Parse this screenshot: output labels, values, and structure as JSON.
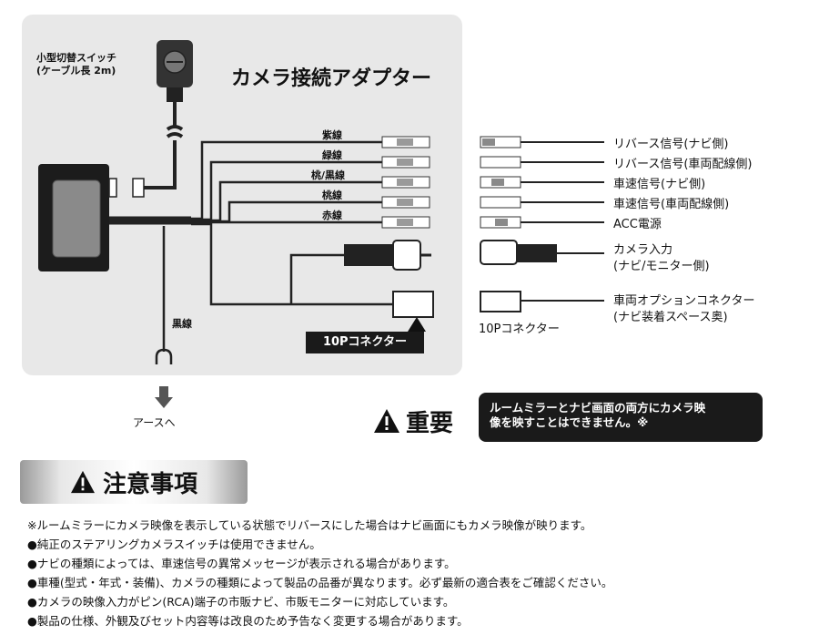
{
  "diagram": {
    "title": "カメラ接続アダプター",
    "switch_label_line1": "小型切替スイッチ",
    "switch_label_line2": "(ケーブル長 2m)",
    "wire_labels": [
      "紫線",
      "緑線",
      "桃/黒線",
      "桃線",
      "赤線"
    ],
    "black_wire_label": "黒線",
    "earth_label": "アースへ",
    "connector_badge": "10Pコネクター",
    "right_labels": [
      "リバース信号(ナビ側)",
      "リバース信号(車両配線側)",
      "車速信号(ナビ側)",
      "車速信号(車両配線側)",
      "ACC電源"
    ],
    "camera_input_line1": "カメラ入力",
    "camera_input_line2": "(ナビ/モニター側)",
    "option_connector_line1": "車両オプションコネクター",
    "option_connector_line2": "(ナビ装着スペース奥)",
    "right_connector_label": "10Pコネクター"
  },
  "important": {
    "heading": "重要",
    "message_line1": "ルームミラーとナビ画面の両方にカメラ映",
    "message_line2": "像を映すことはできません。※"
  },
  "caution": {
    "heading": "注意事項",
    "notes": [
      "※ルームミラーにカメラ映像を表示している状態でリバースにした場合はナビ画面にもカメラ映像が映ります。",
      "●純正のステアリングカメラスイッチは使用できません。",
      "●ナビの種類によっては、車速信号の異常メッセージが表示される場合があります。",
      "●車種(型式・年式・装備)、カメラの種類によって製品の品番が異なります。必ず最新の適合表をご確認ください。",
      "●カメラの映像入力がピン(RCA)端子の市販ナビ、市販モニターに対応しています。",
      "●製品の仕様、外観及びセット内容等は改良のため予告なく変更する場合があります。"
    ]
  },
  "icons": [
    "warning-icon",
    "arrow-down-icon",
    "ground-lug-icon",
    "switch-icon"
  ]
}
